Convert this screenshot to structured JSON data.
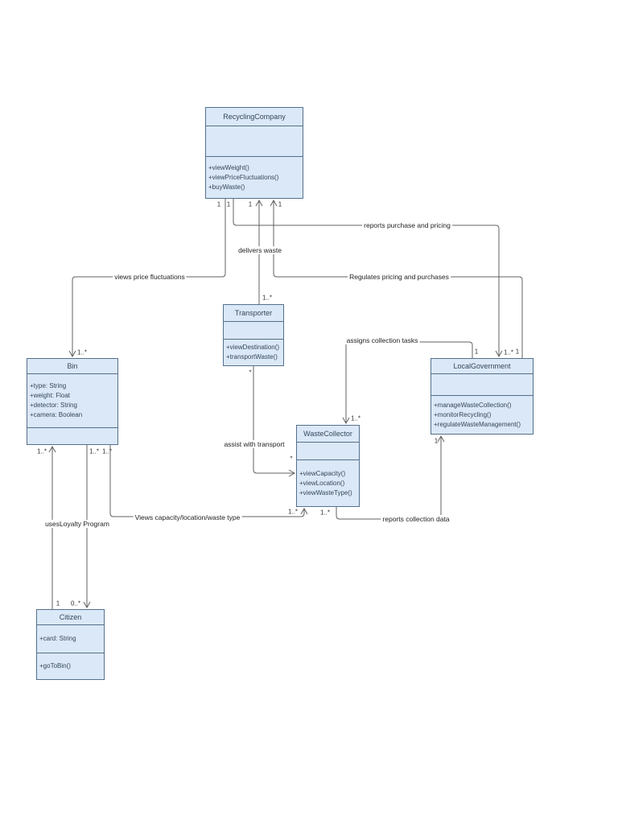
{
  "diagram": {
    "colors": {
      "box_fill": "#dbe8f7",
      "box_border": "#54708c",
      "line": "#616161"
    },
    "classes": [
      {
        "name": "RecyclingCompany",
        "attributes": [],
        "methods": [
          "+viewWeight()",
          "+viewPriceFluctuations()",
          "+buyWaste()"
        ]
      },
      {
        "name": "Transporter",
        "attributes": [],
        "methods": [
          "+viewDestination()",
          "+transportWaste()"
        ]
      },
      {
        "name": "Bin",
        "attributes": [
          "+type: String",
          "+weight: Float",
          "+detector: String",
          "+camera: Boolean"
        ],
        "methods": []
      },
      {
        "name": "LocalGovernment",
        "attributes": [],
        "methods": [
          "+manageWasteCollection()",
          "+monitorRecycling()",
          "+regulateWasteManagement()"
        ]
      },
      {
        "name": "WasteCollector",
        "attributes": [],
        "methods": [
          "+viewCapacity()",
          "+viewLocation()",
          "+viewWasteType()"
        ]
      },
      {
        "name": "Citizen",
        "attributes": [
          "+card: String"
        ],
        "methods": [
          "+goToBin()"
        ]
      }
    ],
    "edges": [
      {
        "label": "views price fluctuations",
        "from": "RecyclingCompany",
        "to": "Bin",
        "source_mult": "1",
        "target_mult": "1..*"
      },
      {
        "label": "reports purchase and pricing",
        "from": "RecyclingCompany",
        "to": "LocalGovernment",
        "source_mult": "1",
        "target_mult": "1..*"
      },
      {
        "label": "delivers waste",
        "from": "Transporter",
        "to": "RecyclingCompany",
        "source_mult": "1..*",
        "target_mult": "1"
      },
      {
        "label": "Regulates pricing and purchases",
        "from": "LocalGovernment",
        "to": "RecyclingCompany",
        "source_mult": "1",
        "target_mult": "1"
      },
      {
        "label": "assigns collection tasks",
        "from": "LocalGovernment",
        "to": "WasteCollector",
        "source_mult": "1",
        "target_mult": "1..*"
      },
      {
        "label": "assist with transport",
        "from": "Transporter",
        "to": "WasteCollector",
        "source_mult": "*",
        "target_mult": "*"
      },
      {
        "label": "Views capacity/location/waste type",
        "from": "Bin",
        "to": "WasteCollector",
        "source_mult": "1..*",
        "target_mult": "1..*"
      },
      {
        "label": "usesLoyalty Program",
        "from": "Citizen",
        "to": "Bin",
        "source_mult": "1",
        "target_mult": "1..*"
      },
      {
        "label": "",
        "from": "Bin",
        "to": "Citizen",
        "source_mult": "1..*",
        "target_mult": "0..*"
      },
      {
        "label": "reports collection data",
        "from": "WasteCollector",
        "to": "LocalGovernment",
        "source_mult": "1..*",
        "target_mult": "1"
      }
    ]
  }
}
